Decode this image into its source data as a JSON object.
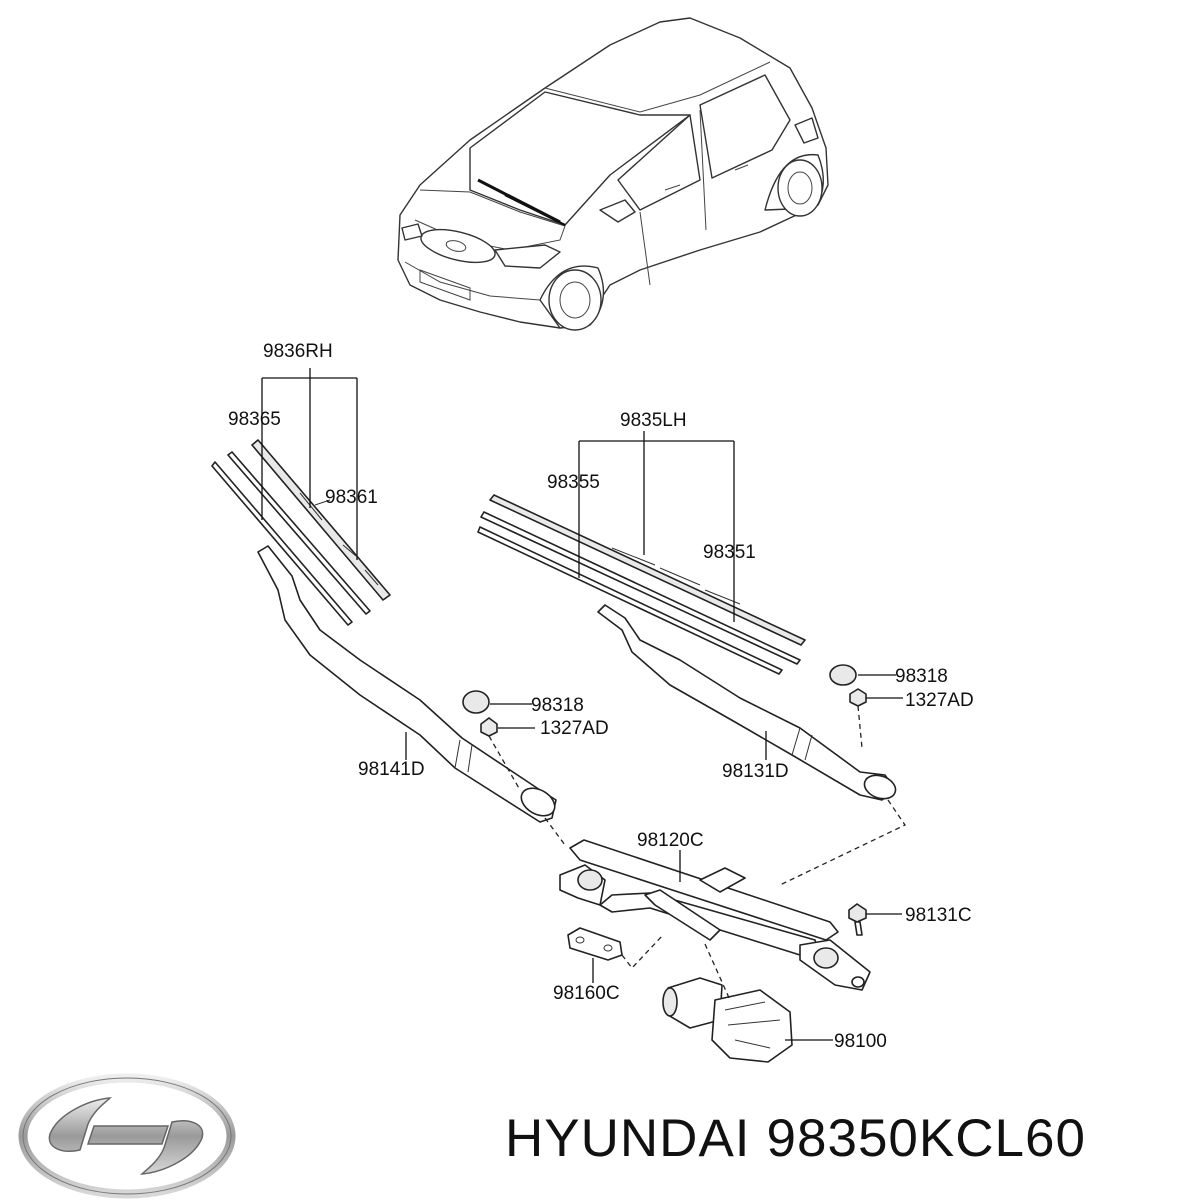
{
  "brand": {
    "maker": "HYUNDAI",
    "part_number": "98350KCL60",
    "logo_icon": "hyundai-logo-icon"
  },
  "callouts": {
    "rh_assembly": "9836RH",
    "rh_refill": "98365",
    "rh_blade": "98361",
    "lh_assembly": "9835LH",
    "lh_refill": "98355",
    "lh_blade": "98351",
    "cap_left": "98318",
    "nut_left": "1327AD",
    "cap_right": "98318",
    "nut_right": "1327AD",
    "arm_left": "98141D",
    "arm_right": "98131D",
    "linkage": "98120C",
    "bolt": "98131C",
    "bracket": "98160C",
    "motor": "98100"
  }
}
